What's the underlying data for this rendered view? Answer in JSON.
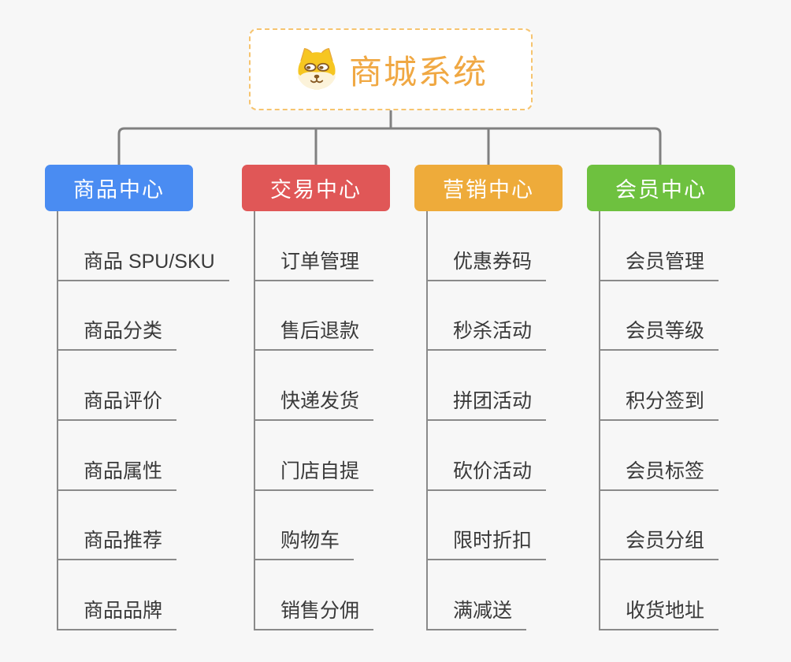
{
  "canvas": {
    "background": "#f7f7f7",
    "connector_color": "#808080",
    "leaf_line_color": "#8a8a8a"
  },
  "root": {
    "title": "商城系统",
    "icon": "dog-face-icon",
    "text_color": "#f0a843",
    "border_color": "#f6c46f"
  },
  "branches": [
    {
      "label": "商品中心",
      "color": "#4a8cf2",
      "items": [
        "商品 SPU/SKU",
        "商品分类",
        "商品评价",
        "商品属性",
        "商品推荐",
        "商品品牌"
      ]
    },
    {
      "label": "交易中心",
      "color": "#e05757",
      "items": [
        "订单管理",
        "售后退款",
        "快递发货",
        "门店自提",
        "购物车",
        "销售分佣"
      ]
    },
    {
      "label": "营销中心",
      "color": "#eeab3a",
      "items": [
        "优惠券码",
        "秒杀活动",
        "拼团活动",
        "砍价活动",
        "限时折扣",
        "满减送"
      ]
    },
    {
      "label": "会员中心",
      "color": "#6ec13f",
      "items": [
        "会员管理",
        "会员等级",
        "积分签到",
        "会员标签",
        "会员分组",
        "收货地址"
      ]
    }
  ]
}
